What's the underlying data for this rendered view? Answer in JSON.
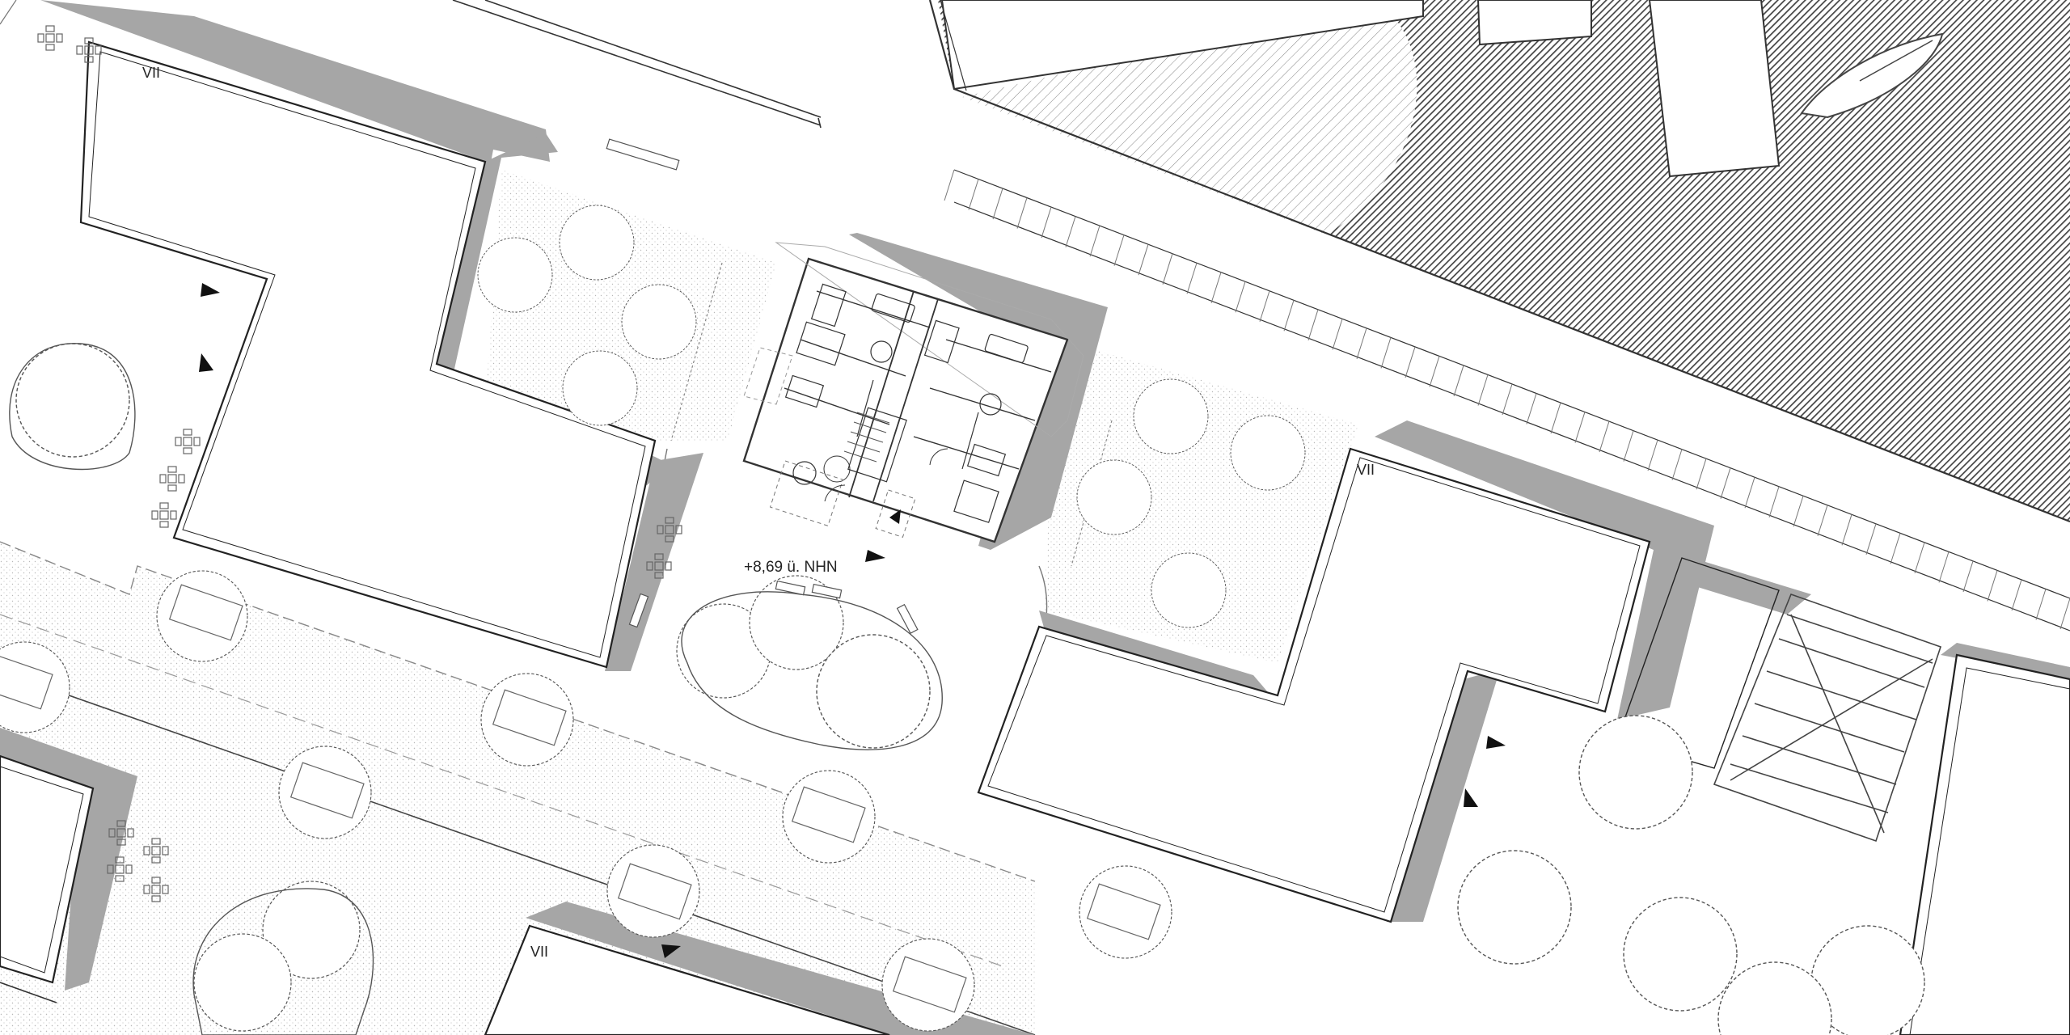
{
  "plan": {
    "building_labels": [
      "VII",
      "VII",
      "VII"
    ],
    "level_label": "+8,69 ü. NHN"
  },
  "colors": {
    "background": "#ffffff",
    "roof_outline": "#222222",
    "shadow": "#a6a6a6",
    "water_hatch": "#444444",
    "tree_stroke": "#555555",
    "path_stipple": "#bdbdbd"
  },
  "icons": [
    "tree-icon",
    "entrance-arrow-icon",
    "seating-icon",
    "boat-icon"
  ]
}
